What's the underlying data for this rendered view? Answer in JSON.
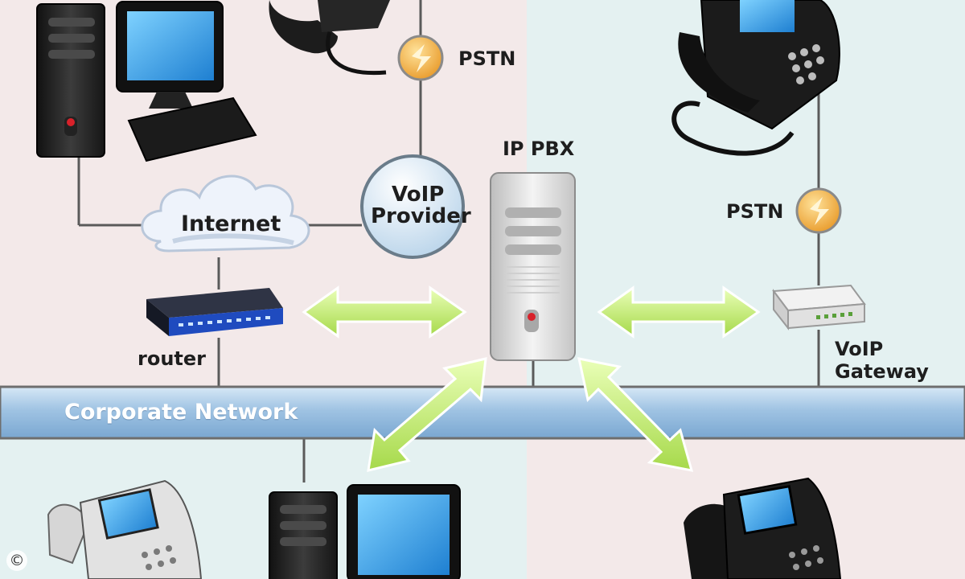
{
  "labels": {
    "pstn_top": "PSTN",
    "pstn_right": "PSTN",
    "ip_pbx": "IP PBX",
    "internet": "Internet",
    "voip_provider_line1": "VoIP",
    "voip_provider_line2": "Provider",
    "router": "router",
    "voip_gateway_line1": "VoIP",
    "voip_gateway_line2": "Gateway",
    "corporate_network": "Corporate Network"
  },
  "copyright_symbol": "©",
  "colors": {
    "pink_zone": "#f3e9e9",
    "blue_zone": "#e4f1f1",
    "network_band": "#9fc3e3",
    "arrow": "#c9ee7a",
    "connector": "#5a5a5a"
  },
  "icons": [
    "desktop-computer-icon",
    "ip-phone-icon",
    "pstn-icon",
    "cloud-icon",
    "router-icon",
    "server-icon",
    "gateway-icon"
  ]
}
